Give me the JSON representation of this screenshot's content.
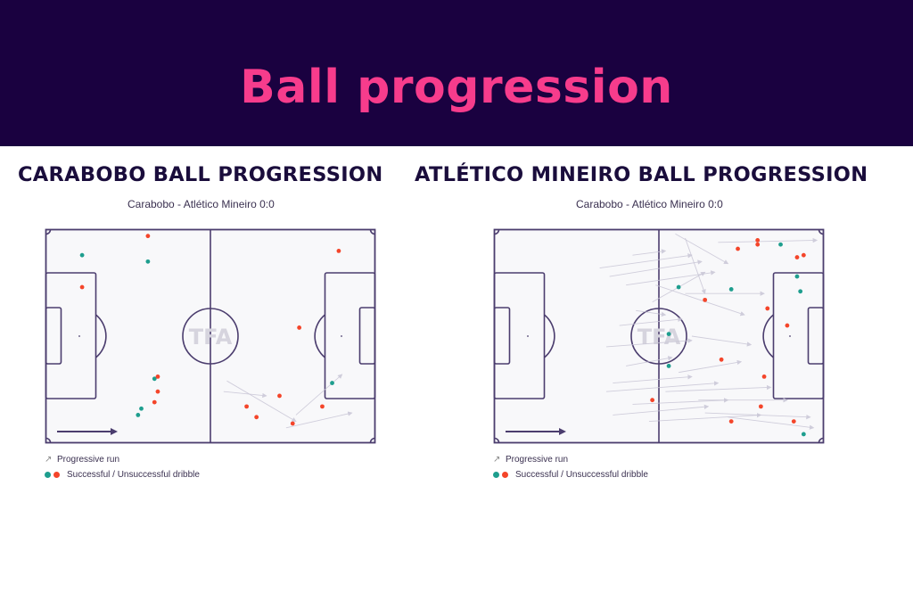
{
  "banner": {
    "title": "Ball progression"
  },
  "colors": {
    "banner_bg": "#1a0140",
    "banner_text": "#f73c8c",
    "pitch_line": "#4b3d6e",
    "successful": "#1e9e8e",
    "unsuccessful": "#f4452a",
    "run_line": "#c9c6d6"
  },
  "panels": [
    {
      "title": "CARABOBO BALL PROGRESSION",
      "subtitle": "Carabobo - Atlético Mineiro 0:0",
      "watermark": "TFA",
      "legend": {
        "progressive_run": "Progressive run",
        "dribble": "Successful / Unsuccessful dribble"
      }
    },
    {
      "title": "ATLÉTICO MINEIRO BALL PROGRESSION",
      "subtitle": "Carabobo - Atlético Mineiro 0:0",
      "watermark": "TFA",
      "legend": {
        "progressive_run": "Progressive run",
        "dribble": "Successful / Unsuccessful dribble"
      }
    }
  ],
  "chart_data": [
    {
      "type": "scatter",
      "title": "CARABOBO BALL PROGRESSION",
      "subtitle": "Carabobo - Atlético Mineiro 0:0",
      "xlim": [
        0,
        100
      ],
      "ylim": [
        0,
        100
      ],
      "attack_direction": "left-to-right",
      "legend": [
        "Progressive run",
        "Successful dribble",
        "Unsuccessful dribble"
      ],
      "successful_dribbles": [
        [
          11,
          88
        ],
        [
          31,
          85
        ],
        [
          33,
          30
        ],
        [
          29,
          16
        ],
        [
          28,
          13
        ],
        [
          87,
          28
        ]
      ],
      "unsuccessful_dribbles": [
        [
          31,
          97
        ],
        [
          11,
          73
        ],
        [
          34,
          31
        ],
        [
          34,
          24
        ],
        [
          33,
          19
        ],
        [
          89,
          90
        ],
        [
          77,
          54
        ],
        [
          71,
          22
        ],
        [
          61,
          17
        ],
        [
          64,
          12
        ],
        [
          75,
          9
        ],
        [
          84,
          17
        ]
      ],
      "progressive_runs": [
        [
          54,
          24,
          67,
          22
        ],
        [
          55,
          29,
          76,
          10
        ],
        [
          73,
          7,
          93,
          14
        ],
        [
          76,
          13,
          90,
          32
        ]
      ]
    },
    {
      "type": "scatter",
      "title": "ATLÉTICO MINEIRO BALL PROGRESSION",
      "subtitle": "Carabobo - Atlético Mineiro 0:0",
      "xlim": [
        0,
        100
      ],
      "ylim": [
        0,
        100
      ],
      "attack_direction": "left-to-right",
      "legend": [
        "Progressive run",
        "Successful dribble",
        "Unsuccessful dribble"
      ],
      "successful_dribbles": [
        [
          87,
          93
        ],
        [
          56,
          73
        ],
        [
          72,
          72
        ],
        [
          53,
          51
        ],
        [
          53,
          36
        ],
        [
          92,
          78
        ],
        [
          93,
          71
        ],
        [
          94,
          4
        ]
      ],
      "unsuccessful_dribbles": [
        [
          74,
          91
        ],
        [
          80,
          95
        ],
        [
          80,
          93
        ],
        [
          92,
          87
        ],
        [
          94,
          88
        ],
        [
          64,
          67
        ],
        [
          83,
          63
        ],
        [
          89,
          55
        ],
        [
          69,
          39
        ],
        [
          82,
          31
        ],
        [
          48,
          20
        ],
        [
          81,
          17
        ],
        [
          72,
          10
        ],
        [
          91,
          10
        ]
      ],
      "progressive_runs": [
        [
          42,
          88,
          52,
          90
        ],
        [
          32,
          82,
          60,
          88
        ],
        [
          35,
          78,
          63,
          85
        ],
        [
          40,
          74,
          67,
          80
        ],
        [
          43,
          62,
          52,
          60
        ],
        [
          38,
          55,
          57,
          58
        ],
        [
          34,
          45,
          60,
          48
        ],
        [
          40,
          36,
          54,
          40
        ],
        [
          36,
          28,
          60,
          31
        ],
        [
          34,
          24,
          68,
          28
        ],
        [
          42,
          18,
          71,
          20
        ],
        [
          36,
          13,
          65,
          17
        ],
        [
          47,
          10,
          81,
          13
        ],
        [
          52,
          24,
          84,
          26
        ],
        [
          64,
          14,
          96,
          12
        ],
        [
          55,
          98,
          71,
          84
        ],
        [
          58,
          96,
          64,
          70
        ],
        [
          49,
          74,
          76,
          60
        ],
        [
          68,
          94,
          98,
          95
        ],
        [
          60,
          50,
          78,
          46
        ],
        [
          48,
          66,
          64,
          80
        ],
        [
          56,
          33,
          75,
          38
        ],
        [
          71,
          12,
          97,
          7
        ],
        [
          62,
          20,
          89,
          20
        ],
        [
          58,
          70,
          82,
          70
        ]
      ]
    }
  ]
}
